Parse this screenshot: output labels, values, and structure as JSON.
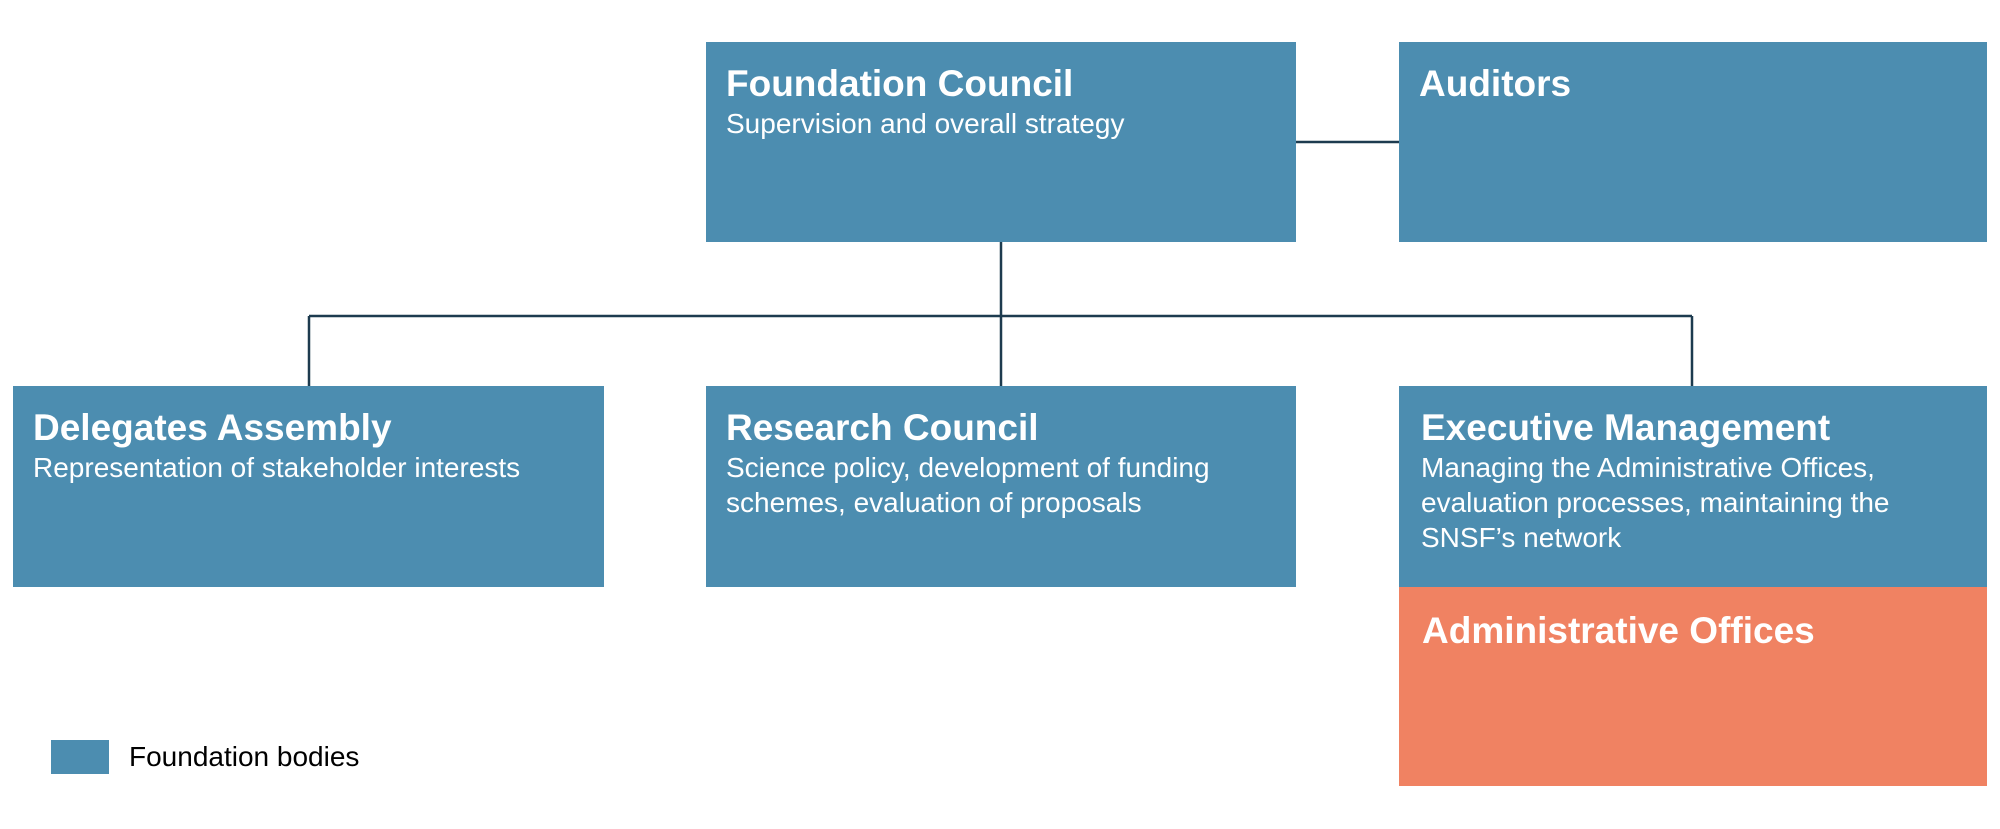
{
  "colors": {
    "foundation_body": "#4c8db0",
    "administrative": "#f08262",
    "connector": "#1d3b4f"
  },
  "nodes": {
    "foundation_council": {
      "title": "Foundation Council",
      "description": "Supervision and overall strategy"
    },
    "auditors": {
      "title": "Auditors"
    },
    "delegates_assembly": {
      "title": "Delegates Assembly",
      "description": "Representation of stakeholder interests"
    },
    "research_council": {
      "title": "Research Council",
      "description_lines": [
        "Science policy, development of funding",
        "schemes, evaluation of proposals"
      ]
    },
    "executive_management": {
      "title": "Executive Management",
      "description_lines": [
        "Managing the Administrative Offices,",
        "evaluation processes, maintaining the",
        "SNSF’s network"
      ]
    },
    "administrative_offices": {
      "title": "Administrative Offices"
    }
  },
  "legend": {
    "label": "Foundation bodies"
  }
}
